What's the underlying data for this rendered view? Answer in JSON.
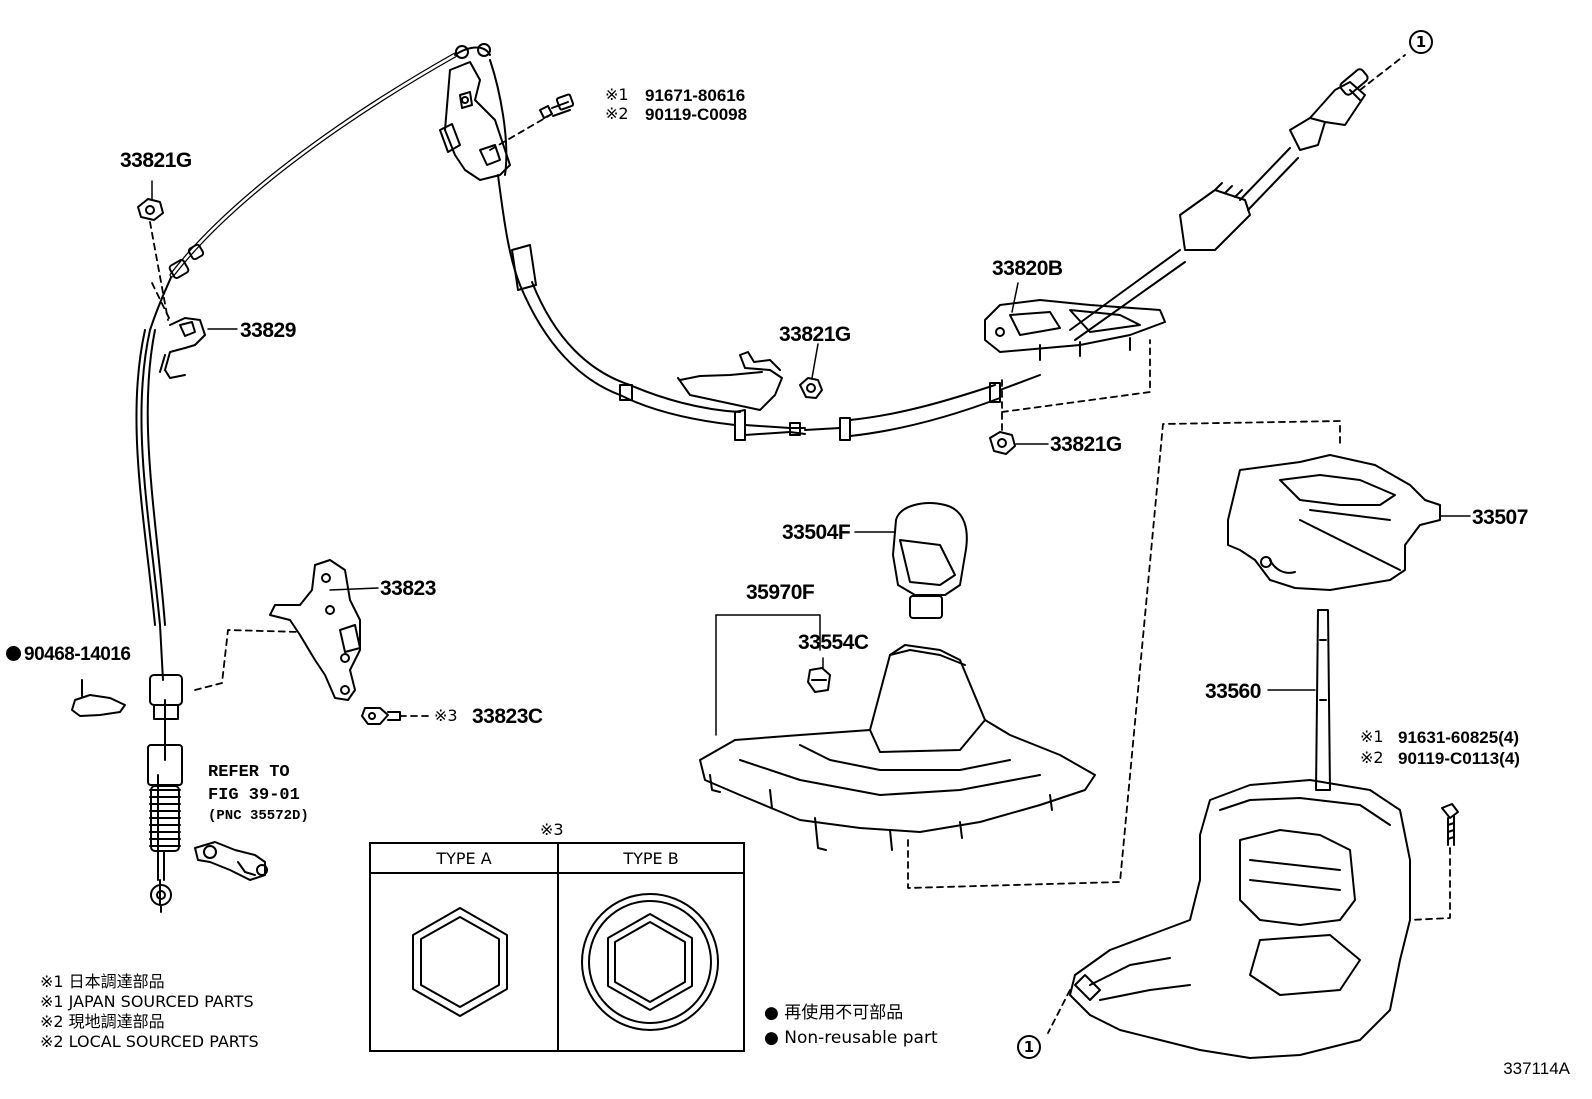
{
  "parts": {
    "p33821G_top": "33821G",
    "p33829": "33829",
    "p90468": "90468-14016",
    "p33823": "33823",
    "p33823C": "33823C",
    "p33823C_mark": "※3",
    "bolt1_line1_mark": "※1",
    "bolt1_line1": "91671-80616",
    "bolt1_line2_mark": "※2",
    "bolt1_line2": "90119-C0098",
    "p33821G_mid": "33821G",
    "p33820B": "33820B",
    "p33821G_bot": "33821G",
    "p33504F": "33504F",
    "p35970F": "35970F",
    "p33554C": "33554C",
    "p33507": "33507",
    "p33560": "33560",
    "bolt2_line1_mark": "※1",
    "bolt2_line1": "91631-60825(4)",
    "bolt2_line2_mark": "※2",
    "bolt2_line2": "90119-C0113(4)"
  },
  "refer": {
    "line1": "REFER TO",
    "line2": "FIG 39-01",
    "line3": "(PNC 35572D)"
  },
  "table3": {
    "title": "※3",
    "col_a": "TYPE A",
    "col_b": "TYPE B"
  },
  "notes": [
    "※1  日本調達部品",
    "※1  JAPAN SOURCED PARTS",
    "※2  現地調達部品",
    "※2  LOCAL SOURCED PARTS"
  ],
  "legend": {
    "line1": "● 再使用不可部品",
    "line2": "● Non-reusable part"
  },
  "connector_mark": "1",
  "figure_code": "337114A"
}
